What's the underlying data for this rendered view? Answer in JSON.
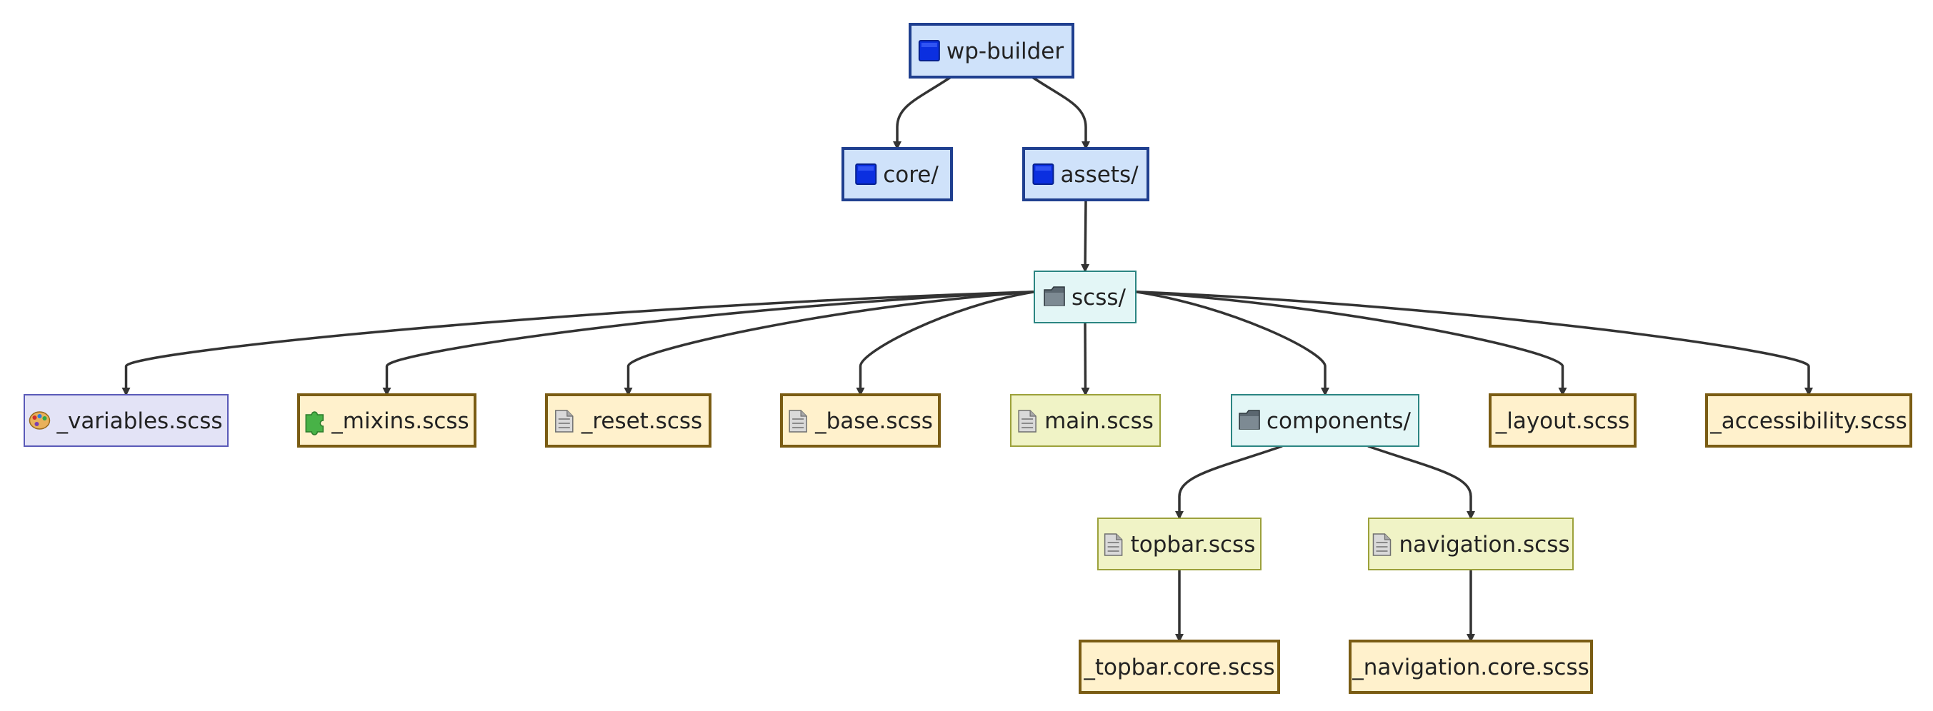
{
  "colors": {
    "edge": "#333333",
    "root_fill": "#cfe2fa",
    "root_stroke": "#1f3f8f",
    "folder_fill": "#e3f6f6",
    "folder_stroke": "#2b8582",
    "variables_fill": "#e3e3f6",
    "variables_stroke": "#5a5ab8",
    "scss_fill": "#fff1cc",
    "scss_stroke": "#7a5c13",
    "main_fill": "#f0f3c6",
    "main_stroke": "#9ca13b"
  },
  "nodes": [
    {
      "id": "wp-builder",
      "label": "wp-builder",
      "icon": "blue-square-icon",
      "style": "root"
    },
    {
      "id": "core",
      "label": "core/",
      "icon": "blue-square-icon",
      "style": "root"
    },
    {
      "id": "assets",
      "label": "assets/",
      "icon": "blue-square-icon",
      "style": "root"
    },
    {
      "id": "scss",
      "label": "scss/",
      "icon": "folder-icon",
      "style": "folder"
    },
    {
      "id": "variables",
      "label": "_variables.scss",
      "icon": "palette-icon",
      "style": "variables"
    },
    {
      "id": "mixins",
      "label": "_mixins.scss",
      "icon": "puzzle-icon",
      "style": "scss"
    },
    {
      "id": "reset",
      "label": "_reset.scss",
      "icon": "file-icon",
      "style": "scss"
    },
    {
      "id": "base",
      "label": "_base.scss",
      "icon": "file-icon",
      "style": "scss"
    },
    {
      "id": "main",
      "label": "main.scss",
      "icon": "file-icon",
      "style": "main"
    },
    {
      "id": "components",
      "label": "components/",
      "icon": "folder-icon",
      "style": "folder"
    },
    {
      "id": "layout",
      "label": "_layout.scss",
      "icon": "",
      "style": "scss"
    },
    {
      "id": "accessibility",
      "label": "_accessibility.scss",
      "icon": "",
      "style": "scss"
    },
    {
      "id": "topbar",
      "label": "topbar.scss",
      "icon": "file-icon",
      "style": "main"
    },
    {
      "id": "navigation",
      "label": "navigation.scss",
      "icon": "file-icon",
      "style": "main"
    },
    {
      "id": "topbar-core",
      "label": "_topbar.core.scss",
      "icon": "",
      "style": "scss"
    },
    {
      "id": "navigation-core",
      "label": "_navigation.core.scss",
      "icon": "",
      "style": "scss"
    }
  ],
  "edges": [
    {
      "from": "wp-builder",
      "to": "core"
    },
    {
      "from": "wp-builder",
      "to": "assets"
    },
    {
      "from": "assets",
      "to": "scss"
    },
    {
      "from": "scss",
      "to": "variables"
    },
    {
      "from": "scss",
      "to": "mixins"
    },
    {
      "from": "scss",
      "to": "reset"
    },
    {
      "from": "scss",
      "to": "base"
    },
    {
      "from": "scss",
      "to": "main"
    },
    {
      "from": "scss",
      "to": "components"
    },
    {
      "from": "scss",
      "to": "layout"
    },
    {
      "from": "scss",
      "to": "accessibility"
    },
    {
      "from": "components",
      "to": "topbar"
    },
    {
      "from": "components",
      "to": "navigation"
    },
    {
      "from": "topbar",
      "to": "topbar-core"
    },
    {
      "from": "navigation",
      "to": "navigation-core"
    }
  ]
}
